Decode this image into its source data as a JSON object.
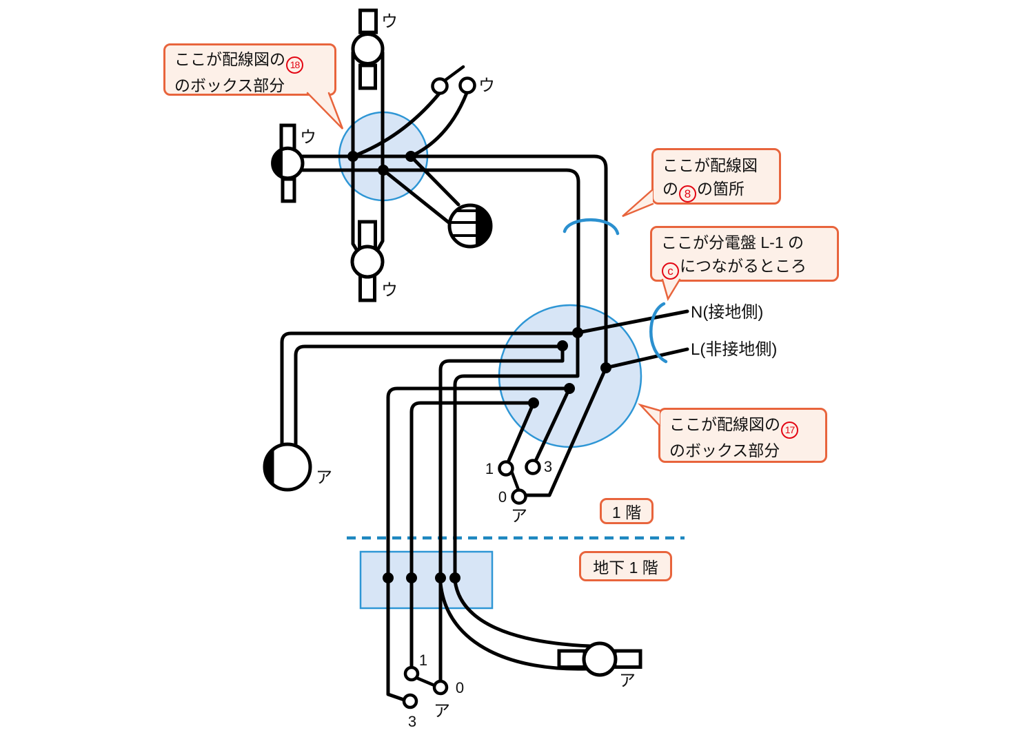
{
  "colors": {
    "wire": "#000000",
    "box_fill": "#d7e5f6",
    "box_stroke": "#2e96d5",
    "callout_border": "#e8643c",
    "callout_fill": "#fdf0e8",
    "badge_red": "#e30613",
    "cable_marker_blue": "#2b90cf",
    "floor_line_blue": "#1d87bf"
  },
  "callouts": {
    "box18": {
      "line1_pre": "ここが配線図の",
      "badge": "18",
      "line2": "のボックス部分"
    },
    "spot8": {
      "line1": "ここが配線図",
      "line2_pre": "の",
      "badge": "8",
      "line2_post": "の箇所"
    },
    "panel": {
      "line1": "ここが分電盤 L-1 の",
      "badge": "c",
      "line2_post": "につながるところ"
    },
    "box17": {
      "line1_pre": "ここが配線図の",
      "badge": "17",
      "line2": "のボックス部分"
    }
  },
  "floors": {
    "first": "1 階",
    "basement": "地下 1 階"
  },
  "wire_labels": {
    "neutral": "N(接地側)",
    "live": "L(非接地側)"
  },
  "device_labels": {
    "lamp_top": "ウ",
    "switch_u": "ウ",
    "lamp_left": "ウ",
    "lamp_bottom": "ウ",
    "lamp_a_1f": "ア",
    "switch_a_1f": "ア",
    "switch_a_b1": "ア",
    "lamp_a_b1": "ア"
  },
  "switch_terminals_1f": {
    "t1": "1",
    "t0": "0",
    "t3": "3"
  },
  "switch_terminals_b1": {
    "t1": "1",
    "t0": "0",
    "t3": "3"
  }
}
